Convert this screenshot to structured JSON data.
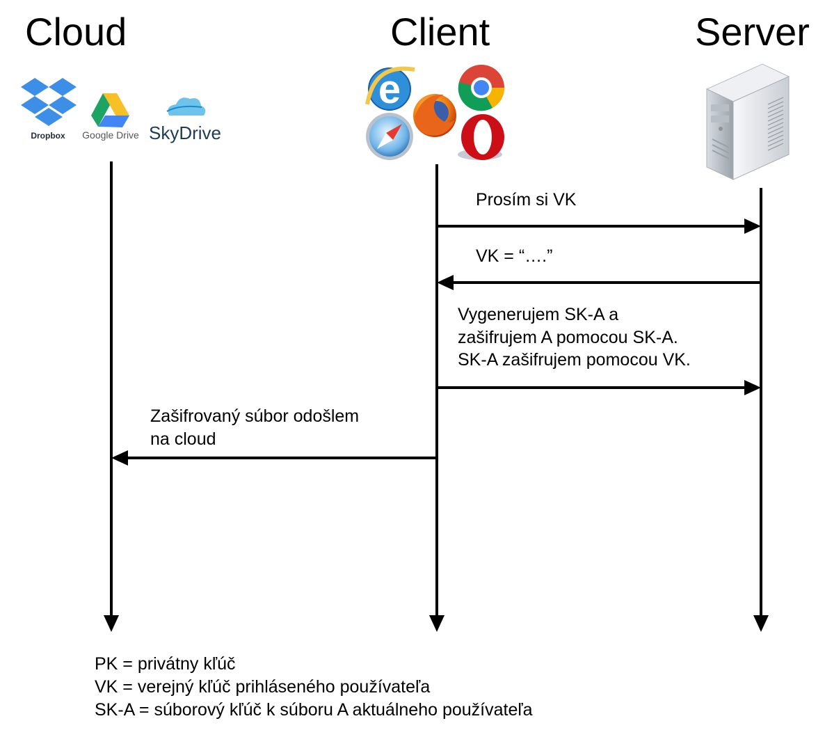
{
  "actors": {
    "cloud": "Cloud",
    "client": "Client",
    "server": "Server"
  },
  "cloud_services": {
    "dropbox": "Dropbox",
    "google_drive": "Google Drive",
    "skydrive": "SkyDrive"
  },
  "messages": {
    "m1": "Prosím si VK",
    "m2": "VK = “….”",
    "m3_line1": "Vygenerujem SK-A a",
    "m3_line2": "zašifrujem A pomocou SK-A.",
    "m3_line3": "SK-A zašifrujem pomocou VK.",
    "m4_line1": "Zašifrovaný súbor odošlem",
    "m4_line2": "na cloud"
  },
  "legend": {
    "pk": "PK = privátny kľúč",
    "vk": "VK = verejný kľúč prihláseného používateľa",
    "ska": "SK-A = súborový kľúč k súboru A aktuálneho používateľa"
  },
  "icons": {
    "cloud_logos": [
      "dropbox-icon",
      "google-drive-icon",
      "skydrive-icon"
    ],
    "client_logos": [
      "internet-explorer-icon",
      "chrome-icon",
      "firefox-icon",
      "safari-icon",
      "opera-icon"
    ],
    "server_logo": "server-tower-icon"
  }
}
